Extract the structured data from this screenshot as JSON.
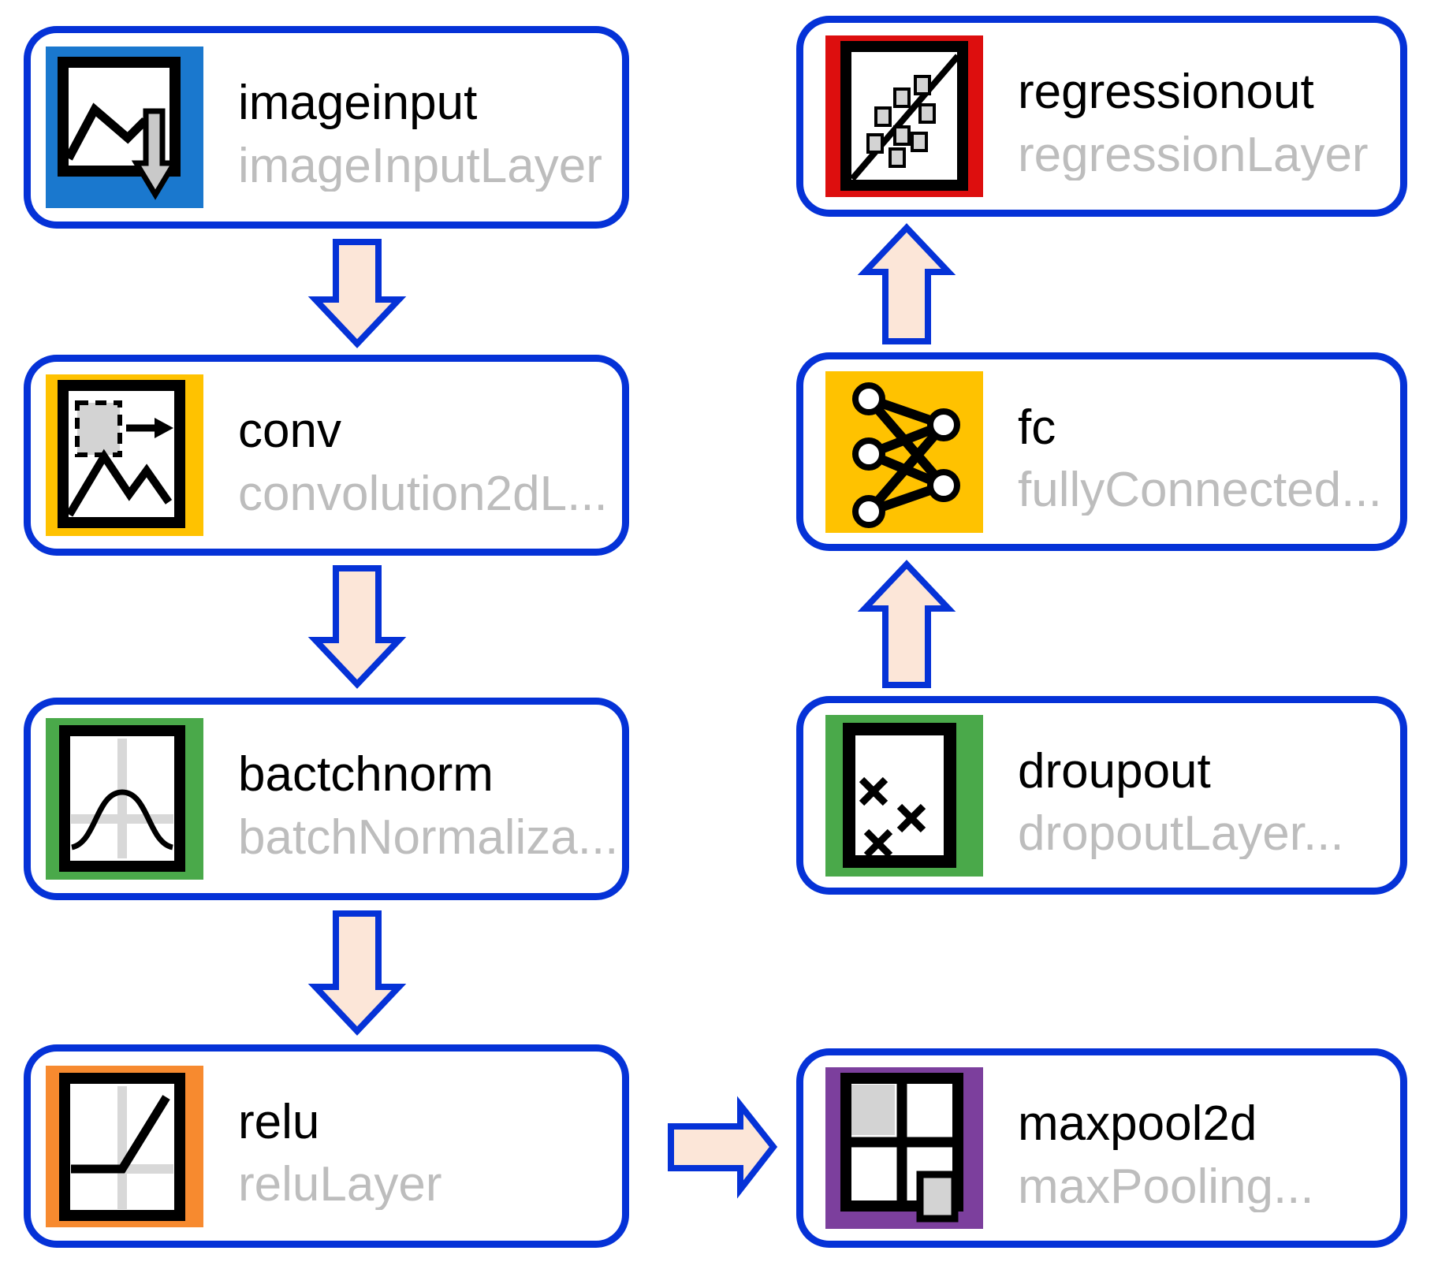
{
  "diagram": {
    "title": "layer-graph",
    "colors": {
      "box_border": "#0532D7",
      "arrow_fill": "#FCE6D8",
      "arrow_border": "#0532D7",
      "title_text": "#000000",
      "subtitle_text": "#BDBDBD",
      "canvas": "#FFFFFF",
      "icon_gray_light": "#D8D8D8",
      "icon_gray_mid": "#D3D3D3",
      "icon_gray_arrow": "#C9C9C9"
    },
    "nodes": [
      {
        "id": "imageinput",
        "title": "imageinput",
        "subtitle": "imageInputLayer",
        "icon": "image-input-icon",
        "color": "#1A78CE"
      },
      {
        "id": "conv",
        "title": "conv",
        "subtitle": "convolution2dL...",
        "icon": "convolution-2d-icon",
        "color": "#FFC200"
      },
      {
        "id": "bactchnorm",
        "title": "bactchnorm",
        "subtitle": "batchNormaliza...",
        "icon": "batch-normalization-icon",
        "color": "#4AA94A"
      },
      {
        "id": "relu",
        "title": "relu",
        "subtitle": "reluLayer",
        "icon": "relu-icon",
        "color": "#F78A2F"
      },
      {
        "id": "regressionout",
        "title": "regressionout",
        "subtitle": "regressionLayer",
        "icon": "regression-output-icon",
        "color": "#DD0E0E"
      },
      {
        "id": "fc",
        "title": "fc",
        "subtitle": "fullyConnected...",
        "icon": "fully-connected-icon",
        "color": "#FFC200"
      },
      {
        "id": "droupout",
        "title": "droupout",
        "subtitle": "dropoutLayer...",
        "icon": "dropout-icon",
        "color": "#4AA94A"
      },
      {
        "id": "maxpool2d",
        "title": "maxpool2d",
        "subtitle": "maxPooling...",
        "icon": "max-pooling-2d-icon",
        "color": "#7C3F9D"
      }
    ],
    "connections": [
      {
        "from": "imageinput",
        "to": "conv",
        "direction": "down"
      },
      {
        "from": "conv",
        "to": "bactchnorm",
        "direction": "down"
      },
      {
        "from": "bactchnorm",
        "to": "relu",
        "direction": "down"
      },
      {
        "from": "relu",
        "to": "maxpool2d",
        "direction": "right"
      },
      {
        "from": "droupout",
        "to": "fc",
        "direction": "up"
      },
      {
        "from": "fc",
        "to": "regressionout",
        "direction": "up"
      }
    ]
  }
}
